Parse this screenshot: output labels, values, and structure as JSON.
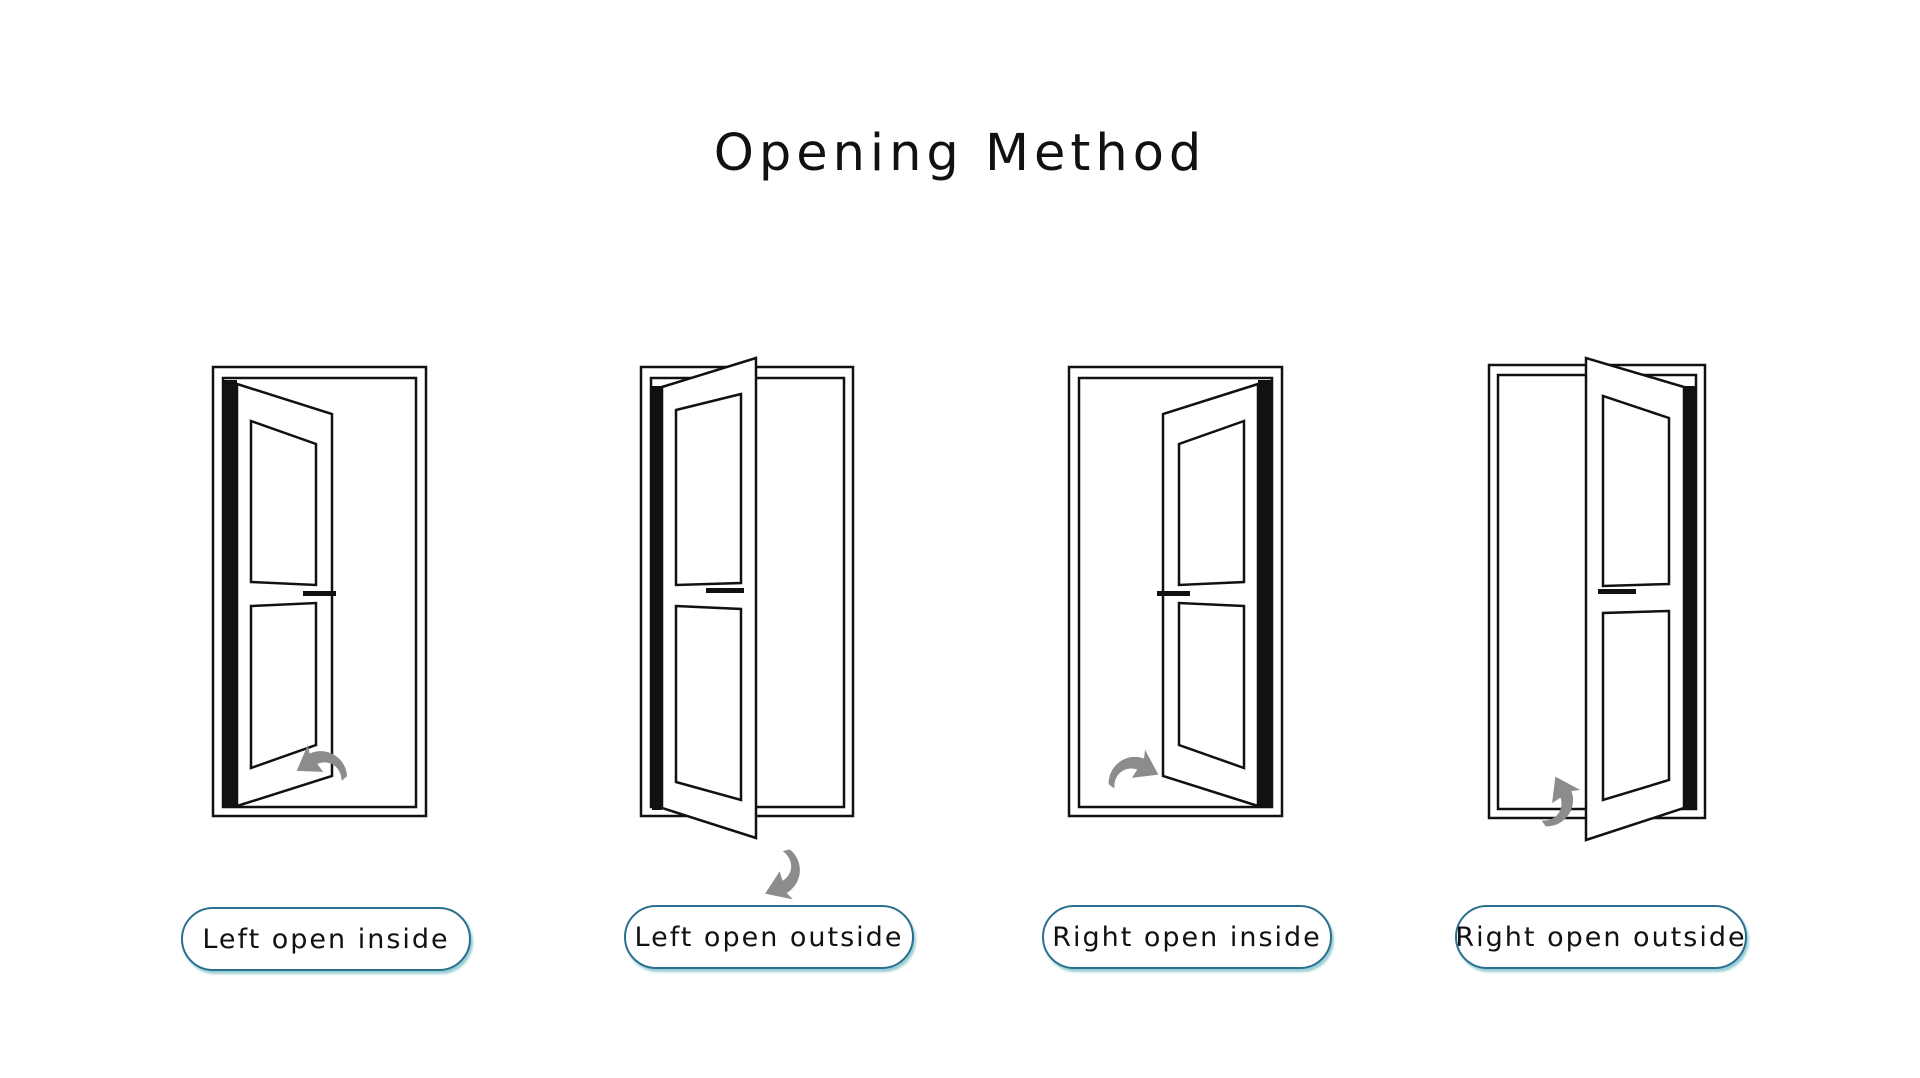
{
  "title": "Opening Method",
  "options": [
    {
      "label": "Left open inside"
    },
    {
      "label": "Left open outside"
    },
    {
      "label": "Right open inside"
    },
    {
      "label": "Right open outside"
    }
  ],
  "colors": {
    "line": "#111111",
    "arrow": "#8c8c8c",
    "pill_border": "#2b6f8f",
    "pill_shadow": "#78bec8"
  }
}
